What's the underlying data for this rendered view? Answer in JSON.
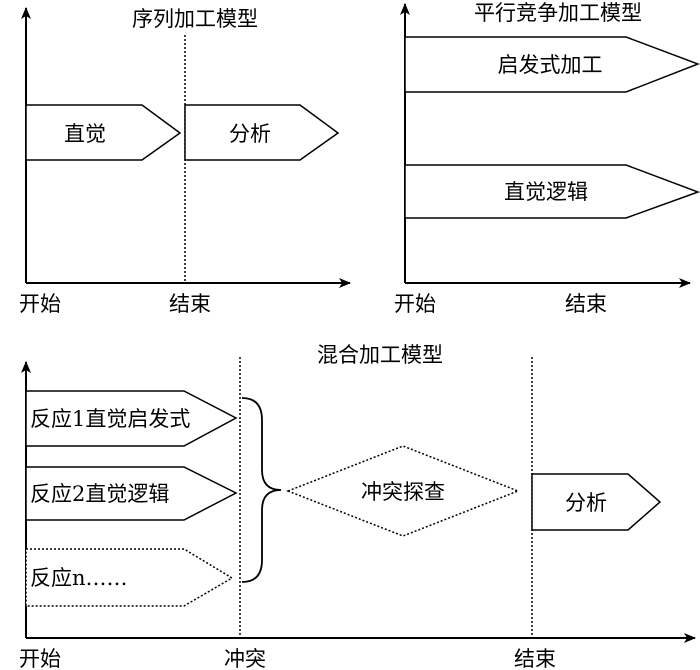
{
  "panels": {
    "serial": {
      "title": "序列加工模型",
      "boxes": [
        {
          "label": "直觉",
          "style": "solid"
        },
        {
          "label": "分析",
          "style": "solid"
        }
      ],
      "axis": {
        "start": "开始",
        "end": "结束"
      }
    },
    "parallel": {
      "title": "平行竞争加工模型",
      "boxes": [
        {
          "label": "启发式加工",
          "style": "solid"
        },
        {
          "label": "直觉逻辑",
          "style": "solid"
        }
      ],
      "axis": {
        "start": "开始",
        "end": "结束"
      }
    },
    "hybrid": {
      "title": "混合加工模型",
      "boxes": [
        {
          "label": "反应1直觉启发式",
          "style": "solid"
        },
        {
          "label": "反应2直觉逻辑",
          "style": "solid"
        },
        {
          "label": "反应n……",
          "style": "dotted"
        }
      ],
      "conflict_detection": {
        "label": "冲突探查",
        "style": "dotted"
      },
      "analysis": {
        "label": "分析",
        "style": "solid"
      },
      "axis": {
        "start": "开始",
        "conflict": "冲突",
        "end": "结束"
      }
    }
  },
  "colors": {
    "stroke": "#000000",
    "background": "#ffffff"
  }
}
